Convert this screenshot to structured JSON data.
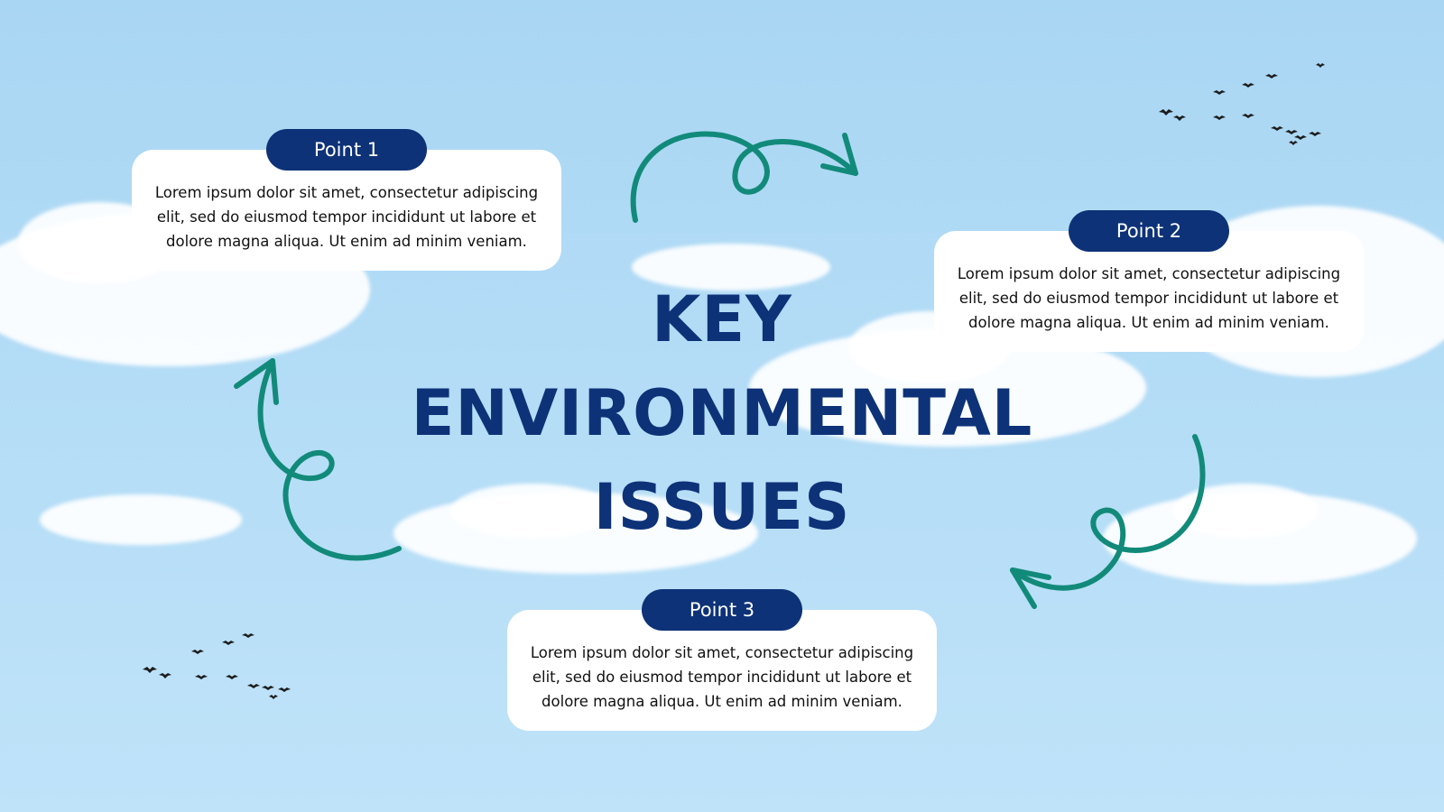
{
  "title": {
    "line1": "KEY",
    "line2": "ENVIRONMENTAL",
    "line3": "ISSUES"
  },
  "points": [
    {
      "label": "Point 1",
      "text": "Lorem ipsum dolor sit amet, consectetur adipiscing elit, sed do eiusmod tempor incididunt ut labore et dolore magna aliqua. Ut enim ad minim veniam."
    },
    {
      "label": "Point 2",
      "text": "Lorem ipsum dolor sit amet, consectetur adipiscing elit, sed do eiusmod tempor incididunt ut labore et dolore magna aliqua. Ut enim ad minim veniam."
    },
    {
      "label": "Point 3",
      "text": "Lorem ipsum dolor sit amet, consectetur adipiscing elit, sed do eiusmod tempor incididunt ut labore et dolore magna aliqua. Ut enim ad minim veniam."
    }
  ],
  "colors": {
    "background": "#b3dcf6",
    "title": "#0d3278",
    "pill": "#0d3278",
    "arrow": "#128a7a",
    "card": "#ffffff"
  },
  "icons": [
    "curly-arrow-icon",
    "bird-flock-icon",
    "cloud-shape"
  ]
}
